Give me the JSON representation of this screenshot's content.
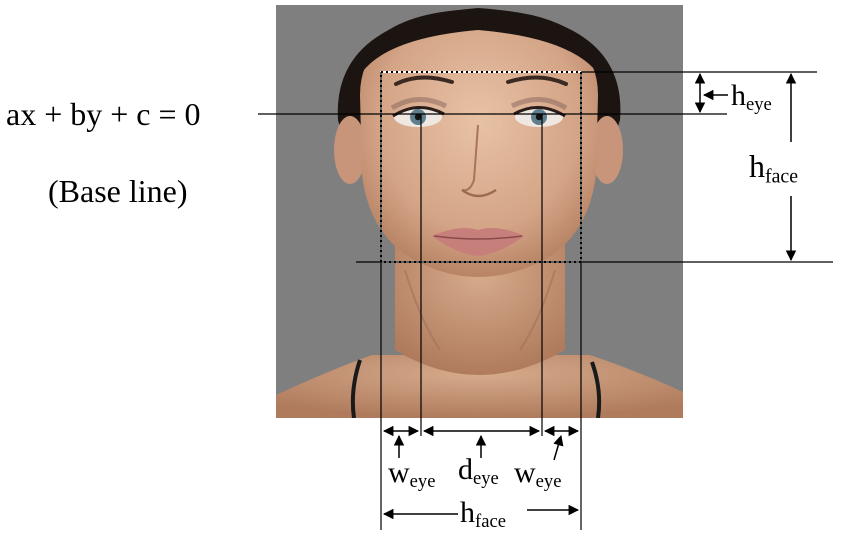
{
  "equation": "ax + by + c = 0",
  "baseline_caption": "(Base line)",
  "labels": {
    "h_eye": {
      "main": "h",
      "sub": "eye"
    },
    "h_face_right": {
      "main": "h",
      "sub": "face"
    },
    "w_eye_left": {
      "main": "w",
      "sub": "eye"
    },
    "d_eye": {
      "main": "d",
      "sub": "eye"
    },
    "w_eye_right": {
      "main": "w",
      "sub": "eye"
    },
    "h_face_bottom": {
      "main": "h",
      "sub": "face"
    }
  },
  "colors": {
    "background": "#ffffff",
    "photo_backdrop": "#7f7f7f",
    "skin": "#d9ad8f",
    "hair": "#1c1410",
    "lines": "#000000",
    "iris": "#5f7f8e"
  }
}
